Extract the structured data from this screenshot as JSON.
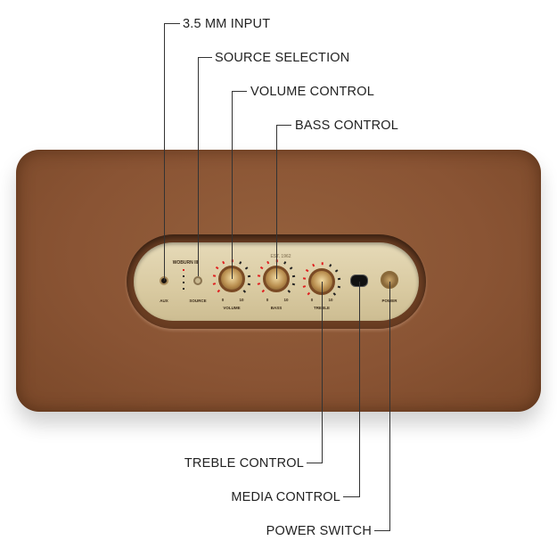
{
  "callouts": {
    "top": [
      {
        "label": "3.5 MM INPUT"
      },
      {
        "label": "SOURCE SELECTION"
      },
      {
        "label": "VOLUME CONTROL"
      },
      {
        "label": "BASS CONTROL"
      }
    ],
    "bottom": [
      {
        "label": "TREBLE CONTROL"
      },
      {
        "label": "MEDIA CONTROL"
      },
      {
        "label": "POWER SWITCH"
      }
    ]
  },
  "panel": {
    "model": "WOBURN III",
    "est": "EST. 1962",
    "aux": "AUX",
    "source": "SOURCE",
    "volume": "VOLUME",
    "bass": "BASS",
    "treble": "TREBLE",
    "power": "POWER",
    "min": "0",
    "max": "10"
  },
  "colors": {
    "leather": "#8a5434",
    "brass_panel": "#d9caa1",
    "led": "#e02020",
    "line": "#333333"
  }
}
